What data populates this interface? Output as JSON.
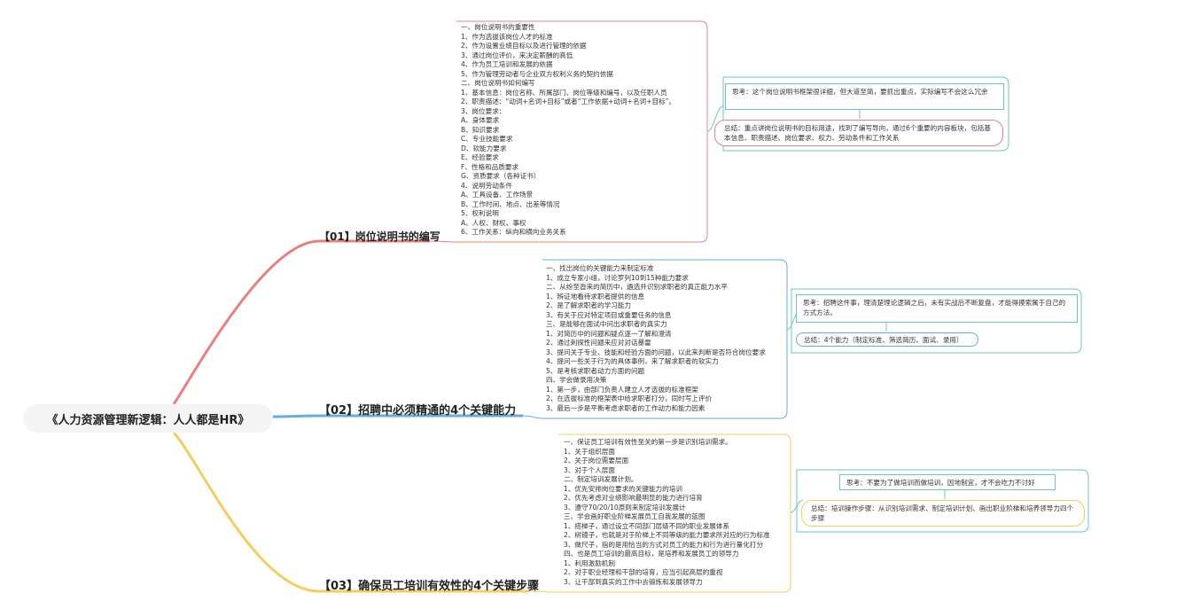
{
  "root": "《人力资源管理新逻辑：人人都是HR》",
  "colors": {
    "red": "#e88080",
    "blue": "#62aee0",
    "yellow": "#f2cf5c",
    "teal": "#69c7c9"
  },
  "branches": [
    {
      "title": "【01】岗位说明书的编写",
      "lines": [
        "一、岗位说明书的重要性",
        "1、作为选拔该岗位人才的标准",
        "2、作为设置业绩目标以及进行管理的依据",
        "3、通过岗位评价，来决定薪酬的高低",
        "4、作为员工培训和发展的依据",
        "5、作为管理劳动者与企业双方权利义务的契约依据",
        "二、岗位说明书如何编写",
        "1、基本信息：岗位名称、所属部门、岗位等级和编号，以及任职人员",
        "2、职责描述：“动词+名词+目标”或者“工作依据+动词+名词+目标”。",
        "3、岗位要求：",
        "A、身体要求",
        "B、知识要求",
        "C、专业技能要求",
        "D、软能力要求",
        "E、经验要求",
        "F、性格和品质要求",
        "G、资质要求（各种证书）",
        "4、说明劳动条件",
        "A、工具设备、工作场景",
        "B、工作时间、地点、出差等情况",
        "5、权利说明",
        "A、人权、财权、事权",
        "6、工作关系：纵向和横向业务关系"
      ],
      "think": "思考：这个岗位说明书框架很详细，但大道至简，要抓出重点，实际编写不会这么冗余",
      "summary": "总结：重点讲岗位说明书的目标用途，找到了编写导向，通过6个重要的内容板块，包括基本信息、职责描述、岗位要求、权力、劳动条件和工作关系"
    },
    {
      "title": "【02】招聘中必须精通的4个关键能力",
      "lines": [
        "一、找出岗位的关键能力来制定标准",
        "1、成立专家小组，讨论罗列10到15种能力要求",
        "二、从纷至沓来的简历中，遴选并识别求职者的真正能力水平",
        "1、辨证地看待求职者提供的信息",
        "2、是了解求职者的学习能力",
        "3、有关于应对特定项目或重要任务的信息",
        "三、是能够在面试中问出求职者的真实力",
        "1、对简历中的问题和疑点逐一了解和澄清",
        "2、通过刺探性问题来应对对话暴雷",
        "3、提问关于专业、技能和经验方面的问题，以此来判断是否符合岗位要求",
        "4、提问一些关于行为的具体事例，来了解求职者的软实力",
        "5、是考核求职者动力方面的问题",
        "四、学会做录用决策",
        "1、第一步，由部门负责人建立人才选拔的标准框架",
        "2、在选拔标准的框架表中给求职者打分，同时写上评价",
        "3、最后一步是平衡考虑求职者的工作动力和能力因素"
      ],
      "think": "思考：招聘这件事，理清楚理论逻辑之后，未有实战后不断复盘，才能得摸索属于自己的方式方法。",
      "summary": "总结：4个能力（制定标准、筛选简历、面试、录用）"
    },
    {
      "title": "【03】确保员工培训有效性的4个关键步骤",
      "lines": [
        "一、保证员工培训有效性至关的第一步是识别培训需求。",
        "1、关于组织层面",
        "2、关于岗位需要层面",
        "3、对于个人层面",
        "二、制定培训发展计划。",
        "1、优先安排岗位要求的关键能力的培训",
        "2、优先考虑对业绩影响最明显的能力进行培育",
        "3、遵守70/20/10原则来制定培训发展计",
        "三、学会画好职业阶梯发展员工自我发展的蓝图",
        "1、搭梯子，通过设立不同部门层级不同的职业发展体系",
        "2、树镜子，也就是对于阶梯上不同等级的能力要求所对应的行为标准",
        "3、做尺子，指的是用恰当的方式对员工的能力和行为进行量化打分",
        "四、也是员工培训的最高目标，是培养和发展员工的领导力",
        "1、利用激励机制",
        "2、对于职业经理和干部的培育，应当引起高层的重视",
        "3、让干部到真实的工作中去锻炼和发展领导力"
      ],
      "think": "思考：不要为了做培训而做培训，因地制宜，才不会吃力不讨好",
      "summary": "总结：培训操作步骤：从识别培训需求、制定培训计划、画出职业阶梯和培养领导力四个步骤"
    }
  ]
}
